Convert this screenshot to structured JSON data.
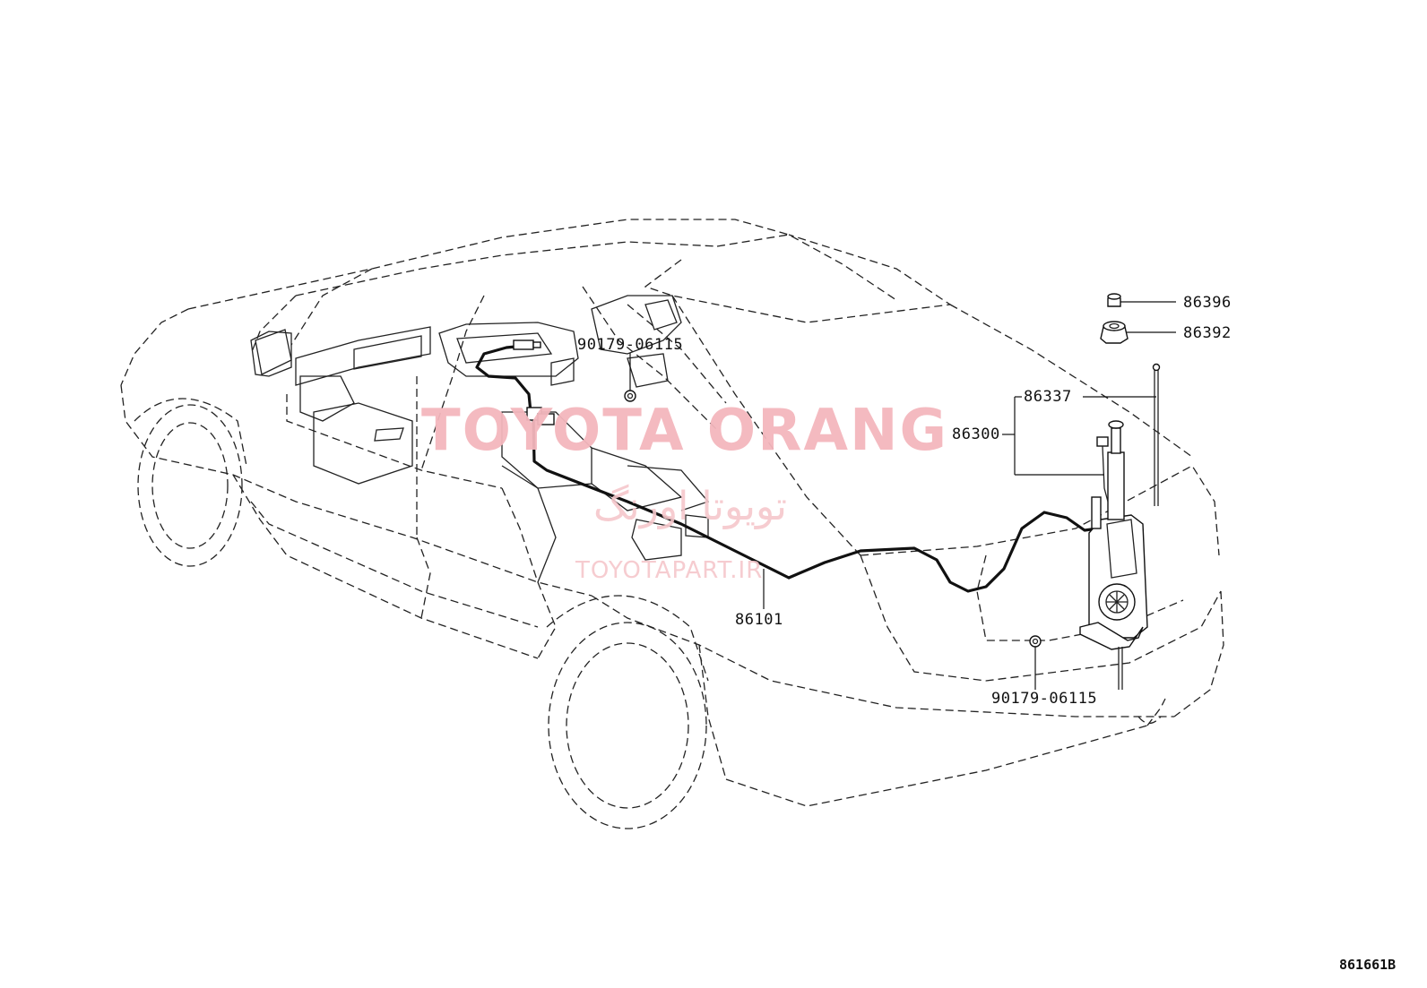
{
  "diagram": {
    "reference_code": "861661B",
    "part_labels": {
      "p86396": "86396",
      "p86392": "86392",
      "p86337": "86337",
      "p86300": "86300",
      "p86101": "86101",
      "p90179_front": "90179-06115",
      "p90179_rear": "90179-06115"
    }
  },
  "watermark": {
    "brand": "TOYOTA ORANG",
    "brand_fa": "تویوتا اورنگ",
    "site": "TOYOTAPART.IR",
    "color": "#f4b7bd"
  }
}
